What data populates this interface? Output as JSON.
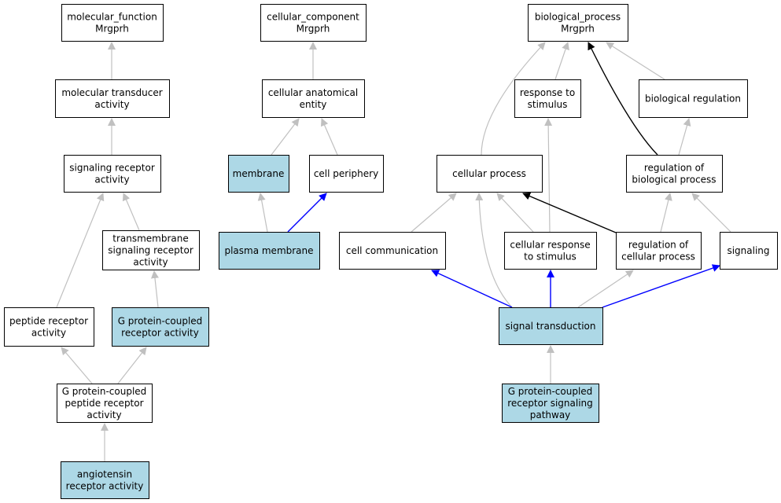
{
  "colors": {
    "highlight_fill": "#add8e6",
    "plain_fill": "#ffffff",
    "edge_gray": "#c0c0c0",
    "edge_blue": "#0000ff",
    "edge_black": "#000000"
  },
  "nodes": {
    "mf_root": {
      "lines": [
        "molecular_function",
        "Mrgprh"
      ],
      "highlight": false
    },
    "mol_transducer": {
      "lines": [
        "molecular transducer",
        "activity"
      ],
      "highlight": false
    },
    "sig_receptor": {
      "lines": [
        "signaling receptor",
        "activity"
      ],
      "highlight": false
    },
    "tm_sig_receptor": {
      "lines": [
        "transmembrane",
        "signaling receptor",
        "activity"
      ],
      "highlight": false
    },
    "peptide_receptor": {
      "lines": [
        "peptide receptor",
        "activity"
      ],
      "highlight": false
    },
    "gpcr_activity": {
      "lines": [
        "G protein-coupled",
        "receptor activity"
      ],
      "highlight": true
    },
    "gpc_peptide_receptor": {
      "lines": [
        "G protein-coupled",
        "peptide receptor",
        "activity"
      ],
      "highlight": false
    },
    "angiotensin": {
      "lines": [
        "angiotensin",
        "receptor activity"
      ],
      "highlight": true
    },
    "cc_root": {
      "lines": [
        "cellular_component",
        "Mrgprh"
      ],
      "highlight": false
    },
    "cell_anat": {
      "lines": [
        "cellular anatomical",
        "entity"
      ],
      "highlight": false
    },
    "membrane": {
      "lines": [
        "membrane"
      ],
      "highlight": true
    },
    "cell_periphery": {
      "lines": [
        "cell periphery"
      ],
      "highlight": false
    },
    "plasma_membrane": {
      "lines": [
        "plasma membrane"
      ],
      "highlight": true
    },
    "bp_root": {
      "lines": [
        "biological_process",
        "Mrgprh"
      ],
      "highlight": false
    },
    "resp_stimulus": {
      "lines": [
        "response to",
        "stimulus"
      ],
      "highlight": false
    },
    "bio_regulation": {
      "lines": [
        "biological regulation"
      ],
      "highlight": false
    },
    "cellular_process": {
      "lines": [
        "cellular process"
      ],
      "highlight": false
    },
    "reg_bio_process": {
      "lines": [
        "regulation of",
        "biological process"
      ],
      "highlight": false
    },
    "cell_comm": {
      "lines": [
        "cell communication"
      ],
      "highlight": false
    },
    "cell_resp_stimulus": {
      "lines": [
        "cellular response",
        "to stimulus"
      ],
      "highlight": false
    },
    "reg_cell_process": {
      "lines": [
        "regulation of",
        "cellular process"
      ],
      "highlight": false
    },
    "signaling": {
      "lines": [
        "signaling"
      ],
      "highlight": false
    },
    "signal_transduction": {
      "lines": [
        "signal transduction"
      ],
      "highlight": true
    },
    "gpcr_pathway": {
      "lines": [
        "G protein-coupled",
        "receptor signaling",
        "pathway"
      ],
      "highlight": true
    }
  },
  "edges": [
    {
      "from": "mol_transducer",
      "to": "mf_root",
      "kind": "gray"
    },
    {
      "from": "sig_receptor",
      "to": "mol_transducer",
      "kind": "gray"
    },
    {
      "from": "tm_sig_receptor",
      "to": "sig_receptor",
      "kind": "gray"
    },
    {
      "from": "peptide_receptor",
      "to": "sig_receptor",
      "kind": "gray"
    },
    {
      "from": "gpcr_activity",
      "to": "tm_sig_receptor",
      "kind": "gray"
    },
    {
      "from": "gpc_peptide_receptor",
      "to": "peptide_receptor",
      "kind": "gray"
    },
    {
      "from": "gpc_peptide_receptor",
      "to": "gpcr_activity",
      "kind": "gray"
    },
    {
      "from": "angiotensin",
      "to": "gpc_peptide_receptor",
      "kind": "gray"
    },
    {
      "from": "cell_anat",
      "to": "cc_root",
      "kind": "gray"
    },
    {
      "from": "membrane",
      "to": "cell_anat",
      "kind": "gray"
    },
    {
      "from": "cell_periphery",
      "to": "cell_anat",
      "kind": "gray"
    },
    {
      "from": "plasma_membrane",
      "to": "membrane",
      "kind": "gray"
    },
    {
      "from": "plasma_membrane",
      "to": "cell_periphery",
      "kind": "blue"
    },
    {
      "from": "resp_stimulus",
      "to": "bp_root",
      "kind": "gray"
    },
    {
      "from": "cellular_process",
      "to": "bp_root",
      "kind": "gray"
    },
    {
      "from": "bio_regulation",
      "to": "bp_root",
      "kind": "gray"
    },
    {
      "from": "reg_bio_process",
      "to": "bp_root",
      "kind": "black"
    },
    {
      "from": "reg_bio_process",
      "to": "bio_regulation",
      "kind": "gray"
    },
    {
      "from": "cell_comm",
      "to": "cellular_process",
      "kind": "gray"
    },
    {
      "from": "cell_resp_stimulus",
      "to": "cellular_process",
      "kind": "gray"
    },
    {
      "from": "cell_resp_stimulus",
      "to": "resp_stimulus",
      "kind": "gray"
    },
    {
      "from": "reg_cell_process",
      "to": "cellular_process",
      "kind": "black"
    },
    {
      "from": "reg_cell_process",
      "to": "reg_bio_process",
      "kind": "gray"
    },
    {
      "from": "signaling",
      "to": "reg_bio_process",
      "kind": "gray"
    },
    {
      "from": "signal_transduction",
      "to": "cellular_process",
      "kind": "gray"
    },
    {
      "from": "signal_transduction",
      "to": "cell_comm",
      "kind": "blue"
    },
    {
      "from": "signal_transduction",
      "to": "cell_resp_stimulus",
      "kind": "blue"
    },
    {
      "from": "signal_transduction",
      "to": "reg_cell_process",
      "kind": "gray"
    },
    {
      "from": "signal_transduction",
      "to": "signaling",
      "kind": "blue"
    },
    {
      "from": "gpcr_pathway",
      "to": "signal_transduction",
      "kind": "gray"
    }
  ]
}
